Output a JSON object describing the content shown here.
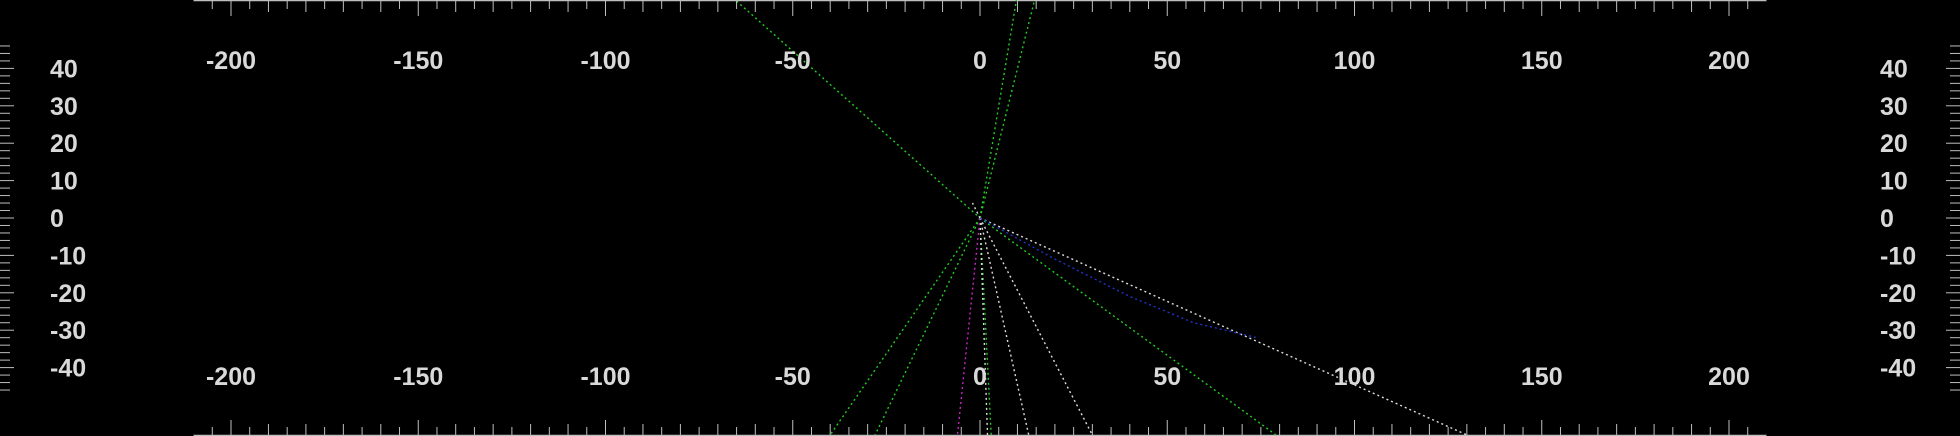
{
  "chart_data": {
    "type": "line",
    "title": "",
    "xlabel": "",
    "ylabel": "",
    "xlim": [
      -210,
      210
    ],
    "ylim": [
      -45,
      45
    ],
    "x_ticks": [
      -200,
      -150,
      -100,
      -50,
      0,
      50,
      100,
      150,
      200
    ],
    "x_tick_labels": [
      "-200",
      "-150",
      "-100",
      "-50",
      "0",
      "50",
      "100",
      "150",
      "200"
    ],
    "y_ticks": [
      40,
      30,
      20,
      10,
      0,
      -10,
      -20,
      -30,
      -40
    ],
    "y_tick_labels": [
      "40",
      "30",
      "20",
      "10",
      "0",
      "-10",
      "-20",
      "-30",
      "-40"
    ],
    "grid": false,
    "background": "#000000",
    "series": [
      {
        "color": "#22cc22",
        "points": [
          [
            -65,
            58
          ],
          [
            0,
            0
          ]
        ]
      },
      {
        "color": "#22cc22",
        "points": [
          [
            0,
            0
          ],
          [
            10,
            60
          ]
        ]
      },
      {
        "color": "#22cc22",
        "points": [
          [
            0,
            0
          ],
          [
            15,
            60
          ]
        ]
      },
      {
        "color": "#22cc22",
        "points": [
          [
            0,
            0
          ],
          [
            -40,
            -58
          ]
        ]
      },
      {
        "color": "#22cc22",
        "points": [
          [
            0,
            0
          ],
          [
            -28,
            -58
          ]
        ]
      },
      {
        "color": "#22cc22",
        "points": [
          [
            0,
            0
          ],
          [
            79,
            -58
          ]
        ]
      },
      {
        "color": "#22cc22",
        "points": [
          [
            0,
            0
          ],
          [
            3,
            -58
          ]
        ]
      },
      {
        "color": "#dddddd",
        "points": [
          [
            0,
            0
          ],
          [
            130,
            -58
          ]
        ]
      },
      {
        "color": "#dddddd",
        "points": [
          [
            0,
            0
          ],
          [
            13,
            -58
          ]
        ]
      },
      {
        "color": "#dddddd",
        "points": [
          [
            0,
            0
          ],
          [
            30,
            -58
          ]
        ]
      },
      {
        "color": "#dddddd",
        "points": [
          [
            0,
            0
          ],
          [
            2,
            -58
          ]
        ]
      },
      {
        "color": "#dddddd",
        "points": [
          [
            0,
            0
          ],
          [
            -2,
            4
          ]
        ]
      },
      {
        "color": "#cc22cc",
        "points": [
          [
            0,
            0
          ],
          [
            -6,
            -58
          ]
        ]
      },
      {
        "color": "#2233cc",
        "points": [
          [
            0,
            0
          ],
          [
            20,
            -11
          ],
          [
            40,
            -21
          ],
          [
            57,
            -28
          ],
          [
            74,
            -32
          ]
        ]
      }
    ]
  }
}
